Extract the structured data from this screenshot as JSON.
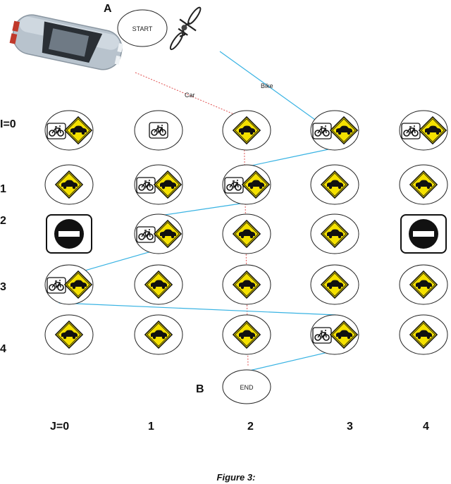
{
  "labels": {
    "point_a": "A",
    "point_b": "B",
    "start": "START",
    "end": "END",
    "car_path": "Car",
    "bike_path": "Bike"
  },
  "rows": [
    "I=0",
    "1",
    "2",
    "3",
    "4"
  ],
  "cols": [
    "J=0",
    "1",
    "2",
    "3",
    "4"
  ],
  "caption": "Figure 3:",
  "grid": [
    [
      "car_bike",
      "bike",
      "car",
      "car_bike",
      "car_bike"
    ],
    [
      "car",
      "car_bike",
      "car_bike",
      "car",
      "car"
    ],
    [
      "no_entry",
      "car_bike",
      "car",
      "car",
      "no_entry"
    ],
    [
      "car_bike",
      "car",
      "car",
      "car",
      "car"
    ],
    [
      "car",
      "car",
      "car",
      "car_bike",
      "car"
    ]
  ],
  "colors": {
    "bike_path": "#39b3e3",
    "car_path": "#e05050",
    "sign_yellow": "#f5e100",
    "sign_black": "#111111"
  }
}
